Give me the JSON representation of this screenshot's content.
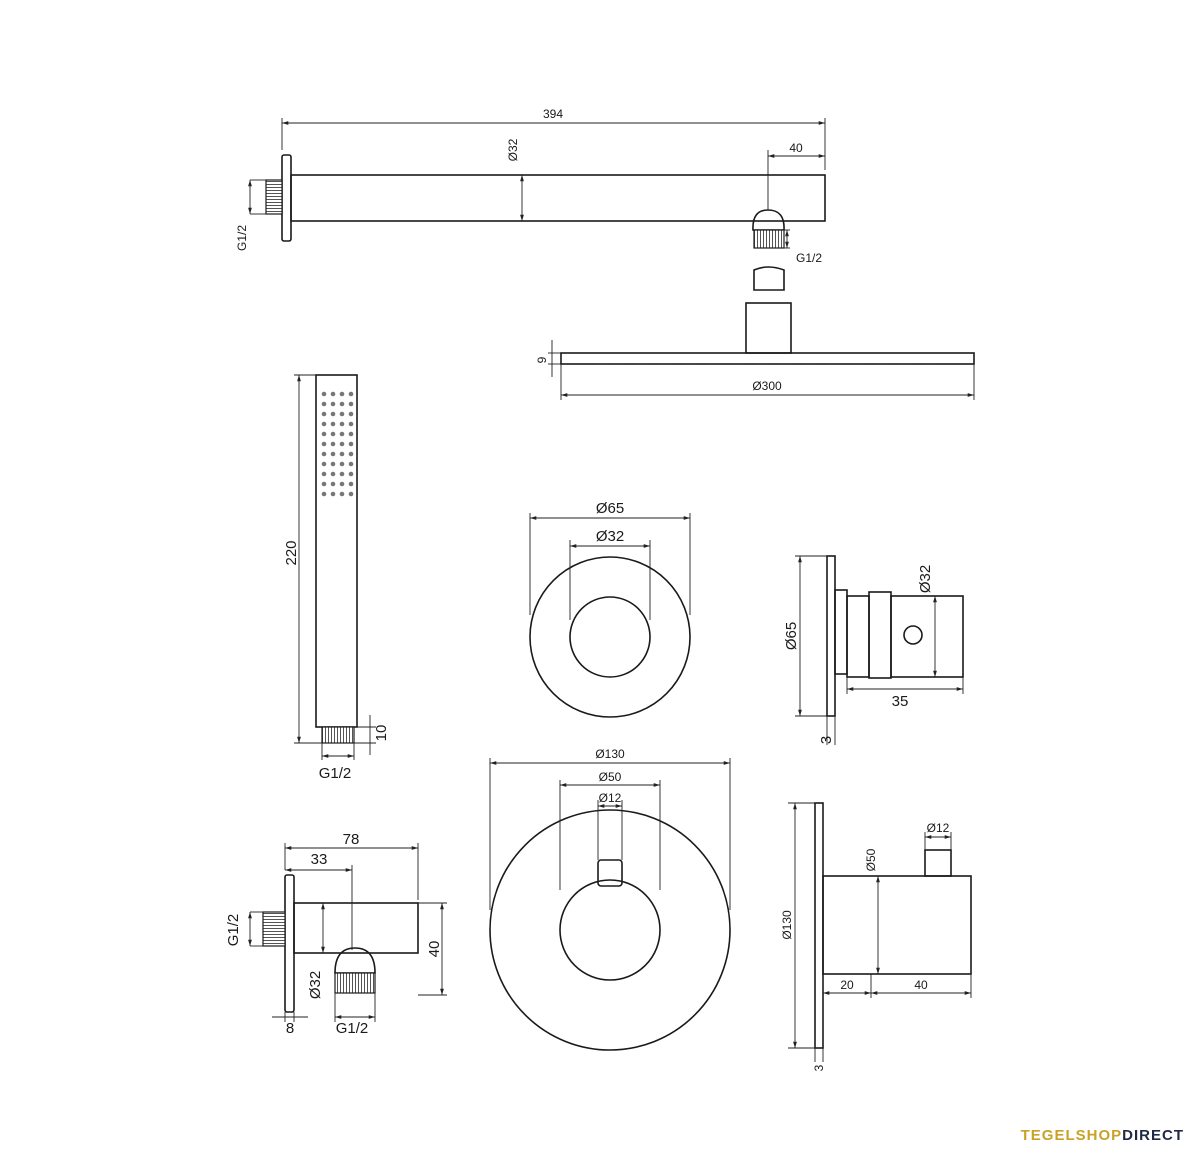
{
  "labels": {
    "arm_length": "394",
    "arm_diameter": "Ø32",
    "arm_end": "40",
    "arm_thread_left": "G1/2",
    "arm_thread_right": "G1/2",
    "head_thickness": "9",
    "head_diameter": "Ø300",
    "hand_length": "220",
    "hand_thread_len": "10",
    "hand_thread": "G1/2",
    "rosette_outer": "Ø65",
    "rosette_inner": "Ø32",
    "side_rosette_d": "Ø65",
    "side_body_d": "Ø32",
    "side_body_len": "35",
    "side_plate": "3",
    "elbow_total": "78",
    "elbow_mid": "33",
    "elbow_height": "40",
    "elbow_d": "Ø32",
    "elbow_plate": "8",
    "elbow_thread_left": "G1/2",
    "elbow_thread_bottom": "G1/2",
    "plate_outer": "Ø130",
    "plate_knob": "Ø50",
    "plate_stem": "Ø12",
    "valve_stem": "Ø12",
    "valve_knob": "Ø50",
    "valve_plate": "Ø130",
    "valve_a": "20",
    "valve_b": "40",
    "valve_thick": "3"
  },
  "brand": {
    "part1": "TEGELSHOP",
    "part2": "DIRECT"
  }
}
